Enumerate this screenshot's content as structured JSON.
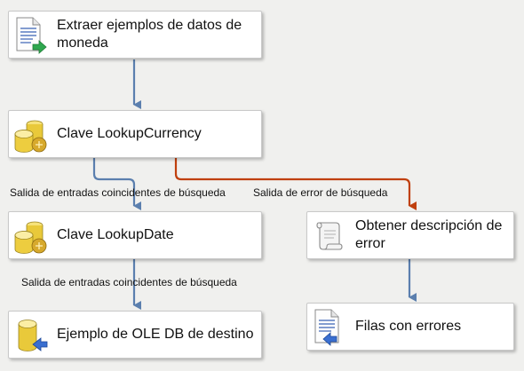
{
  "components": {
    "extract": {
      "label": "Extraer ejemplos de datos de moneda",
      "icon": "flat-file-source-icon"
    },
    "lookup_currency": {
      "label": "Clave LookupCurrency",
      "icon": "lookup-icon"
    },
    "lookup_date": {
      "label": "Clave LookupDate",
      "icon": "lookup-icon"
    },
    "get_error": {
      "label": "Obtener descripción de error",
      "icon": "script-component-icon"
    },
    "ole_dest": {
      "label": "Ejemplo de OLE DB de destino",
      "icon": "oledb-destination-icon"
    },
    "error_rows": {
      "label": "Filas con errores",
      "icon": "flat-file-destination-icon"
    }
  },
  "connectors": {
    "currency_match": "Salida de entradas coincidentes de búsqueda",
    "currency_error": "Salida de error de búsqueda",
    "date_match": "Salida de entradas coincidentes de búsqueda"
  },
  "colors": {
    "normal_path": "#5b7fae",
    "error_path": "#c0400e"
  }
}
